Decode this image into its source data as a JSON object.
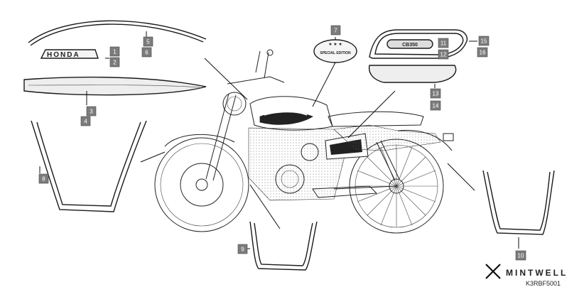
{
  "callouts": [
    "1",
    "2",
    "3",
    "4",
    "5",
    "6",
    "7",
    "8",
    "9",
    "10",
    "11",
    "12",
    "13",
    "14",
    "15",
    "16"
  ],
  "emblem_honda_text": "HONDA",
  "badge_text": "SPECIAL EDITION",
  "side_emblem_text": "CB350",
  "brand": {
    "name": "MINTWELL",
    "logo_icon": "mintwell-logo-icon"
  },
  "part_code": "K3RBF5001",
  "colors": {
    "callout_fill": "#7c7c7c",
    "line": "#1a1a1a"
  }
}
